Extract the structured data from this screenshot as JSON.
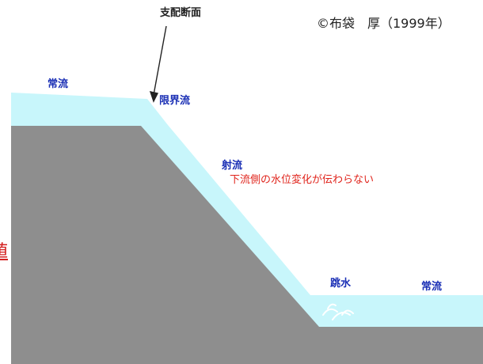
{
  "copyright": "©布袋　厚（1999年）",
  "labels": {
    "control_section": "支配断面",
    "subcritical_upstream": "常流",
    "critical_flow": "限界流",
    "supercritical_flow": "射流",
    "supercritical_note": "下流側の水位変化が伝わらない",
    "hydraulic_jump": "跳水",
    "subcritical_downstream": "常流"
  },
  "edge_link": "値",
  "colors": {
    "water": "#c8f6fb",
    "ground": "#8e8e8e",
    "label_blue": "#1a2fb5",
    "label_red": "#e0241c",
    "text_dark": "#222222",
    "link_red": "#d42020"
  }
}
